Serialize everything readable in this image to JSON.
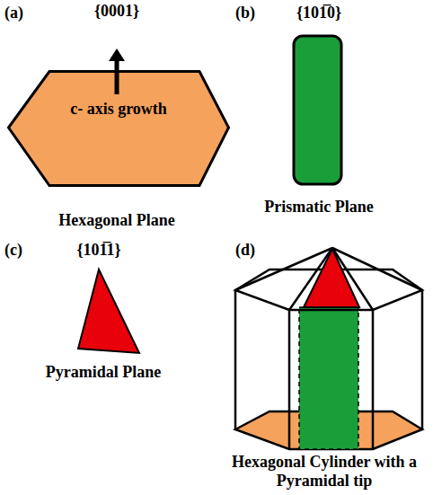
{
  "diagram": {
    "nodes": [
      {
        "text": [
          "c- axis growth"
        ]
      }
    ],
    "labels": [
      "(a)",
      "{0001}",
      "Hexagonal Plane",
      "(b)",
      "{101̅0}",
      "Prismatic Plane",
      "(c)",
      "{101̅1}",
      "Pyramidal Plane",
      "(d)",
      "Hexagonal Cylinder with a Pyramidal tip"
    ]
  }
}
